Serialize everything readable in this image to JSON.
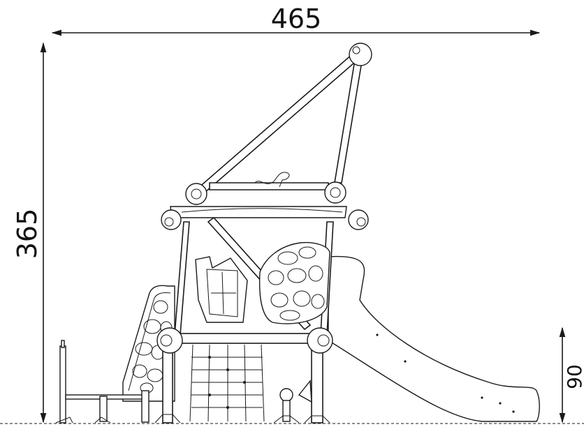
{
  "dimensions": {
    "width_label": "465",
    "height_label": "365",
    "platform_height_label": "90"
  }
}
